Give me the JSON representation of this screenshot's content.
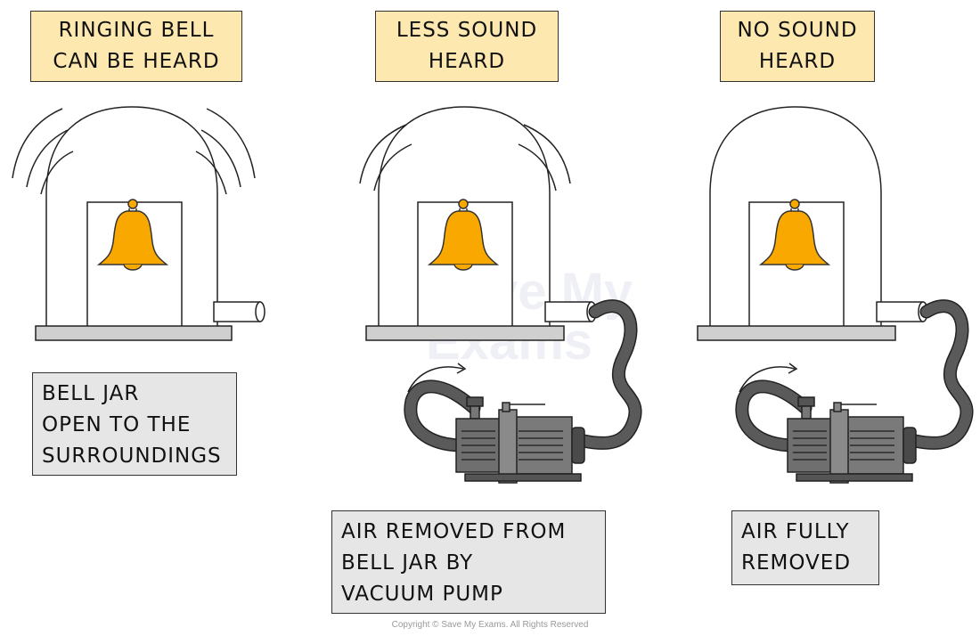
{
  "panels": [
    {
      "top_label": "RINGING BELL\nCAN BE  HEARD",
      "bottom_label": "BELL  JAR\nOPEN  TO  THE\nSURROUNDINGS",
      "sound_waves": 3,
      "has_pump": false
    },
    {
      "top_label": "LESS  SOUND\nHEARD",
      "bottom_label": "AIR  REMOVED  FROM\nBELL  JAR  BY\nVACUUM  PUMP",
      "sound_waves": 2,
      "has_pump": true
    },
    {
      "top_label": "NO  SOUND\nHEARD",
      "bottom_label": "AIR  FULLY\nREMOVED",
      "sound_waves": 0,
      "has_pump": true
    }
  ],
  "watermark": {
    "line1": "Save My",
    "line2": "Exams"
  },
  "copyright": "Copyright © Save My Exams. All Rights Reserved",
  "colors": {
    "top_label_bg": "#fde8b0",
    "bottom_label_bg": "#e6e6e6",
    "bell": "#f9a800",
    "base": "#cfcfcf",
    "pump_body": "#6f6f6f",
    "hose": "#5a5a5a"
  }
}
